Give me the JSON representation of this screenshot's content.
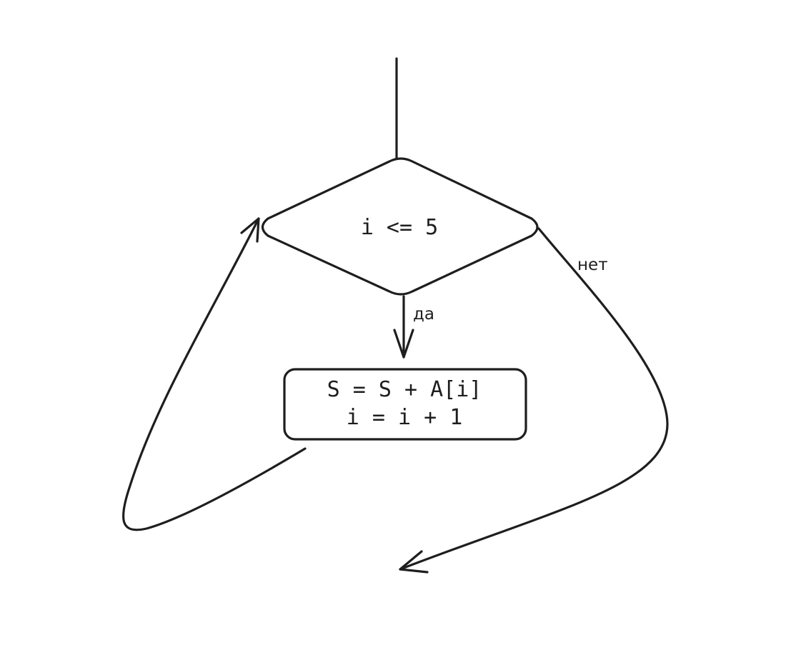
{
  "diagram": {
    "type": "flowchart",
    "stroke_color": "#1e1e1e",
    "background": "#ffffff",
    "nodes": {
      "condition": {
        "shape": "diamond",
        "text": "i <= 5"
      },
      "process": {
        "shape": "rounded-rectangle",
        "line1": "S = S + A[i]",
        "line2": "i = i + 1"
      }
    },
    "edges": {
      "entry": {
        "from": "start",
        "to": "condition",
        "label": ""
      },
      "yes": {
        "from": "condition",
        "to": "process",
        "label": "да"
      },
      "loop": {
        "from": "process",
        "to": "condition",
        "label": ""
      },
      "no": {
        "from": "condition",
        "to": "exit",
        "label": "нет"
      }
    }
  }
}
